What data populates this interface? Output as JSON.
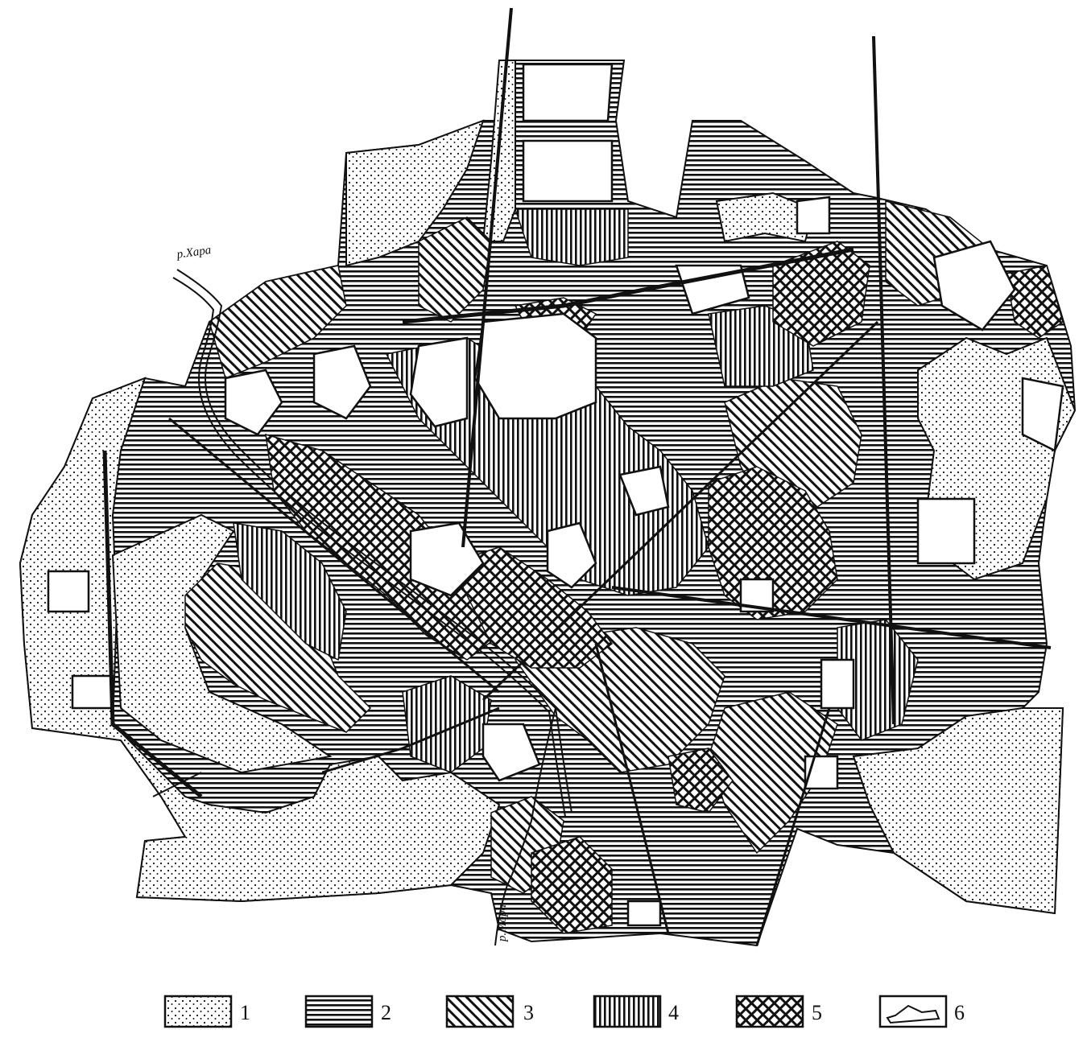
{
  "map": {
    "river_labels": {
      "north": "р.Хара",
      "south": "р.Мора"
    }
  },
  "legend": {
    "items": [
      {
        "label": "1",
        "pattern": "dots"
      },
      {
        "label": "2",
        "pattern": "horizontal-lines"
      },
      {
        "label": "3",
        "pattern": "diagonal-lines"
      },
      {
        "label": "4",
        "pattern": "vertical-lines"
      },
      {
        "label": "5",
        "pattern": "crosshatch"
      },
      {
        "label": "6",
        "pattern": "outline"
      }
    ]
  },
  "colors": {
    "ink": "#111111",
    "paper": "#ffffff"
  }
}
